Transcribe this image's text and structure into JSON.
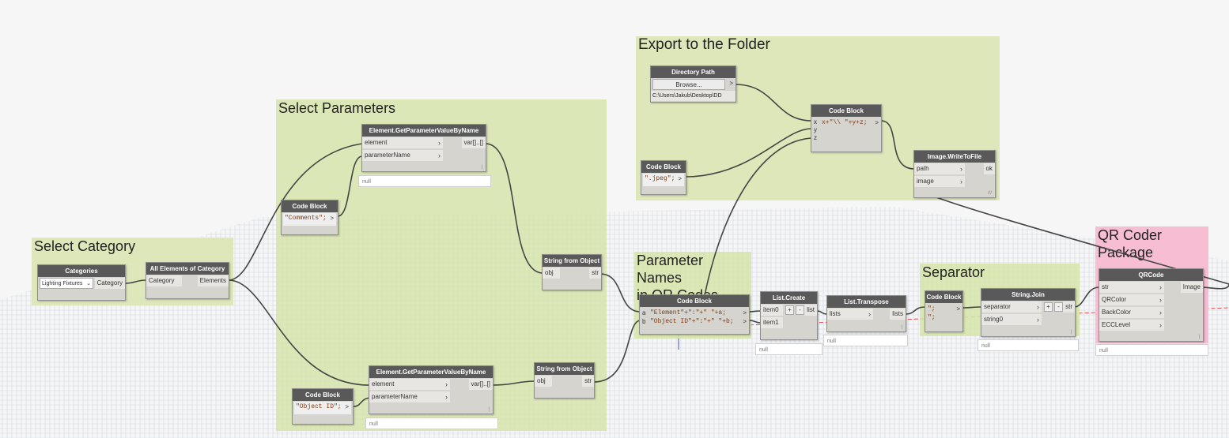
{
  "groups": {
    "select_category": "Select Category",
    "select_parameters": "Select Parameters",
    "export_folder": "Export to the Folder",
    "parameter_names": "Parameter Names\nin QR Codes",
    "separator": "Separator",
    "qr_package": "QR Coder\nPackage"
  },
  "nodes": {
    "categories": {
      "title": "Categories",
      "value": "Lighting Fixtures",
      "out": "Category"
    },
    "all_elements": {
      "title": "All Elements of Category",
      "in": "Category",
      "out": "Elements"
    },
    "getparam_top": {
      "title": "Element.GetParameterValueByName",
      "in1": "element",
      "in2": "parameterName",
      "out": "var[]..[]",
      "preview": "null"
    },
    "getparam_bottom": {
      "title": "Element.GetParameterValueByName",
      "in1": "element",
      "in2": "parameterName",
      "out": "var[]..[]",
      "preview": "null"
    },
    "code_comments": {
      "title": "Code Block",
      "code": "\"Comments\";",
      "out": ">"
    },
    "code_objectid": {
      "title": "Code Block",
      "code": "\"Object ID\";",
      "out": ">"
    },
    "str_obj_top": {
      "title": "String from Object",
      "in": "obj",
      "out": "str"
    },
    "str_obj_bottom": {
      "title": "String from Object",
      "in": "obj",
      "out": "str"
    },
    "directory_path": {
      "title": "Directory Path",
      "button": "Browse...",
      "path": "C:\\Users\\Jakub\\Desktop\\DD",
      "out": ">"
    },
    "code_jpeg": {
      "title": "Code Block",
      "code": "\".jpeg\";",
      "out": ">"
    },
    "code_xyz": {
      "title": "Code Block",
      "x": "x",
      "y": "y",
      "z": "z",
      "code": "x+\"\\\\ \"+y+z;",
      "out": ">"
    },
    "image_write": {
      "title": "Image.WriteToFile",
      "in1": "path",
      "in2": "image",
      "out": "ok"
    },
    "code_ab": {
      "title": "Code Block",
      "a": "a",
      "b": "b",
      "line1": "\"Element\"+\":\"+\" \"+a;",
      "line2": "\"Object ID\"+\":\"+\" \"+b;",
      "out": ">"
    },
    "list_create": {
      "title": "List.Create",
      "in1": "item0",
      "in2": "item1",
      "plus": "+",
      "minus": "-",
      "out": "list",
      "preview": "null"
    },
    "list_transpose": {
      "title": "List.Transpose",
      "in": "lists",
      "out": "lists",
      "preview": "null"
    },
    "code_sep": {
      "title": "Code Block",
      "line1": "\";",
      "line2": "\";",
      "out": ">"
    },
    "string_join": {
      "title": "String.Join",
      "in1": "separator",
      "in2": "string0",
      "plus": "+",
      "minus": "-",
      "out": "str",
      "preview": "null"
    },
    "qrcode": {
      "title": "QRCode",
      "in1": "str",
      "in2": "QRColor",
      "in3": "BackColor",
      "in4": "ECCLevel",
      "out": "Image",
      "preview": "null"
    }
  },
  "colors": {
    "group_green": "#dde7b9",
    "group_pink": "#f7bdd2",
    "node_head": "#595959",
    "node_body": "#d6d4cf",
    "wire": "#444444"
  }
}
